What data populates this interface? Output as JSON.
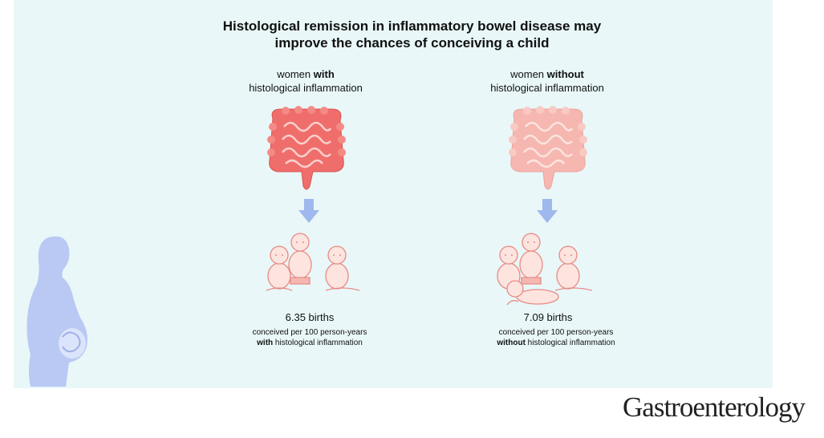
{
  "title": {
    "line1": "Histological remission in inflammatory bowel disease may",
    "line2": "improve the chances of conceiving a child"
  },
  "left": {
    "head_pre": "women ",
    "head_bold": "with",
    "head_line2": "histological inflammation",
    "births": "6.35 births",
    "sub_line1": "conceived per 100 person-years",
    "sub_bold": "with",
    "sub_rest": " histological inflammation",
    "colon_color": "#ef6e6b"
  },
  "right": {
    "head_pre": "women ",
    "head_bold": "without",
    "head_line2": "histological inflammation",
    "births": "7.09 births",
    "sub_line1": "conceived per 100 person-years",
    "sub_bold": "without",
    "sub_rest": " histological inflammation",
    "colon_color": "#f6b7b1"
  },
  "brand": "Gastroenterology",
  "colors": {
    "background": "#e9f7f8",
    "arrow": "#9fb9ee",
    "mother": "#b9c9f4",
    "baby_line": "#e88a85"
  }
}
